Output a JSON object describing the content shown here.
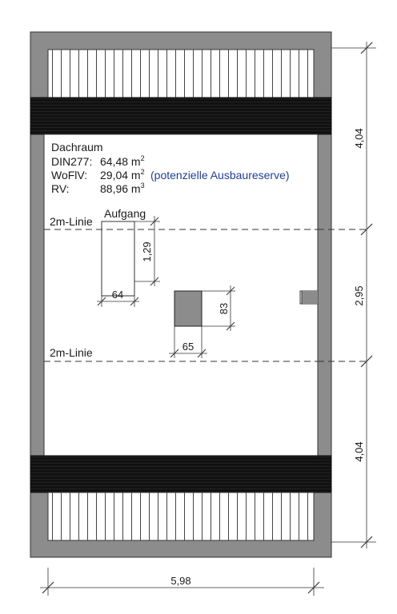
{
  "room": {
    "name": "Dachraum",
    "din_label": "DIN277:",
    "din_value": "64,48 m",
    "woflv_label": "WoFlV:",
    "woflv_value": "29,04 m",
    "rv_label": "RV:",
    "rv_value": "88,96 m",
    "sup2": "2",
    "sup3": "3",
    "reserve_note": "(potenzielle Ausbaureserve)"
  },
  "labels": {
    "line_top": "2m-Linie",
    "line_bottom": "2m-Linie",
    "stair": "Aufgang"
  },
  "dimensions": {
    "total_width": "5,98",
    "right_top": "4,04",
    "right_middle": "2,95",
    "right_bottom": "4,04",
    "stair_height": "1,29",
    "stair_width": "64",
    "chimney_width": "65",
    "chimney_height": "83"
  },
  "colors": {
    "wall": "#8c8c8c",
    "beam": "#111111",
    "line": "#222222",
    "note": "#1f3f8f"
  }
}
